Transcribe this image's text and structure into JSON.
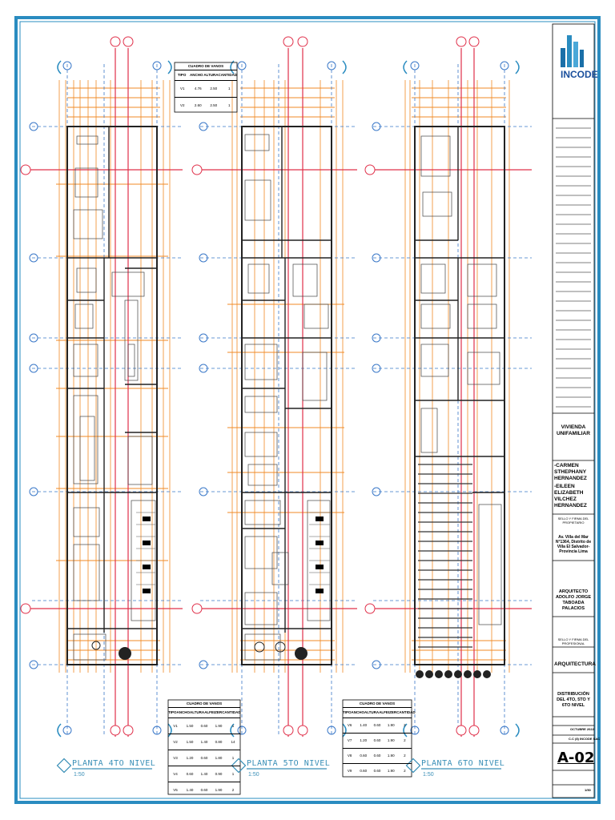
{
  "title_block": {
    "brand": "INCODE",
    "client_label": "VIVIENDA UNIFAMILIAR",
    "owners": [
      "-CARMEN STHEPHANY HERNANDEZ",
      "-EILEEN ELIZABETH VILCHEZ HERNANDEZ"
    ],
    "owners_sign_label": "SELLO Y FIRMA DEL PROPIETARIO",
    "address": "Av. Villa del Mar N°1364, Distrito de Villa El Salvador- Provincia Lima",
    "architect": "ARQUITECTO ADOLFO JORGE TABOADA PALACIOS",
    "architect_sign_label": "SELLO Y FIRMA DEL PROFESIONAL",
    "specialty": "ARQUITECTURA",
    "drawing_title": "DISTRIBUCIÓN DEL 4TO, 5TO Y 6TO NIVEL",
    "date": "OCTUBRE 2022",
    "drawn_by": "C.C (8) INCODE SAC",
    "sheet_code": "A-02",
    "scale": "1/50"
  },
  "plans": [
    {
      "title": "PLANTA 4TO NIVEL",
      "scale": "1:50"
    },
    {
      "title": "PLANTA 5TO NIVEL",
      "scale": "1:50"
    },
    {
      "title": "PLANTA 6TO NIVEL",
      "scale": "1:50"
    }
  ],
  "tables": [
    {
      "title": "CUADRO DE VANOS",
      "headers": [
        "TIPO",
        "ANCHO",
        "ALTURA",
        "CANTIDAD"
      ],
      "rows": [
        [
          "V1",
          "4.76",
          "2.50",
          "1"
        ],
        [
          "V2",
          "2.60",
          "2.50",
          "1"
        ]
      ]
    },
    {
      "title": "CUADRO DE VANOS",
      "headers": [
        "TIPO",
        "ANCHO",
        "ALTURA",
        "ALFEIZER",
        "CANTIDAD"
      ],
      "rows": [
        [
          "V1",
          "1.50",
          "0.60",
          "1.90",
          "1"
        ],
        [
          "V2",
          "1.50",
          "1.40",
          "0.80",
          "14"
        ],
        [
          "V3",
          "1.20",
          "0.60",
          "1.80",
          "1"
        ],
        [
          "V4",
          "0.60",
          "1.40",
          "0.90",
          "1"
        ],
        [
          "V5",
          "1.40",
          "0.60",
          "1.90",
          "2"
        ]
      ]
    },
    {
      "title": "CUADRO DE VANOS",
      "headers": [
        "TIPO",
        "ANCHO",
        "ALTURA",
        "ALFEIZER",
        "CANTIDAD"
      ],
      "rows": [
        [
          "V6",
          "1.40",
          "0.60",
          "1.90",
          "2"
        ],
        [
          "V7",
          "1.20",
          "0.60",
          "1.90",
          "2"
        ],
        [
          "V8",
          "0.60",
          "0.60",
          "1.90",
          "2"
        ],
        [
          "V9",
          "0.60",
          "0.60",
          "1.90",
          "2"
        ]
      ]
    }
  ]
}
